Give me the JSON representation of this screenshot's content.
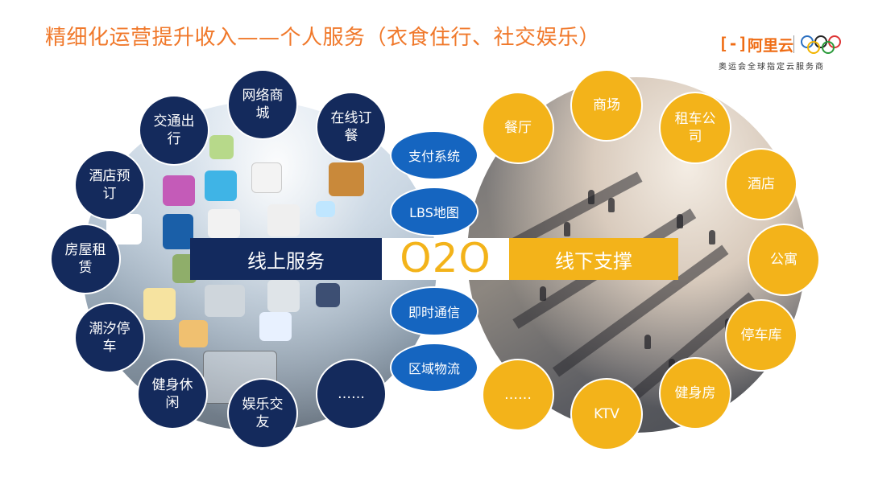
{
  "title": "精细化运营提升收入——个人服务（衣食住行、社交娱乐）",
  "logo": {
    "mark": "[-]",
    "name": "阿里云",
    "subtitle": "奥运会全球指定云服务商"
  },
  "online_services": [
    "交通出行",
    "网络商城",
    "在线订餐",
    "酒店预订",
    "房屋租赁",
    "潮汐停车",
    "健身休闲",
    "娱乐交友",
    "……"
  ],
  "middle_services": [
    "支付系统",
    "LBS地图",
    "即时通信",
    "区域物流"
  ],
  "offline_services": [
    "餐厅",
    "商场",
    "租车公司",
    "酒店",
    "公寓",
    "停车库",
    "健身房",
    "KTV",
    "……"
  ],
  "band": {
    "left": "线上服务",
    "center": "O2O",
    "right": "线下支撑"
  },
  "colors": {
    "title": "#f0782a",
    "navy": "#142a5c",
    "gold": "#f3b31a",
    "blue": "#1565c0"
  }
}
